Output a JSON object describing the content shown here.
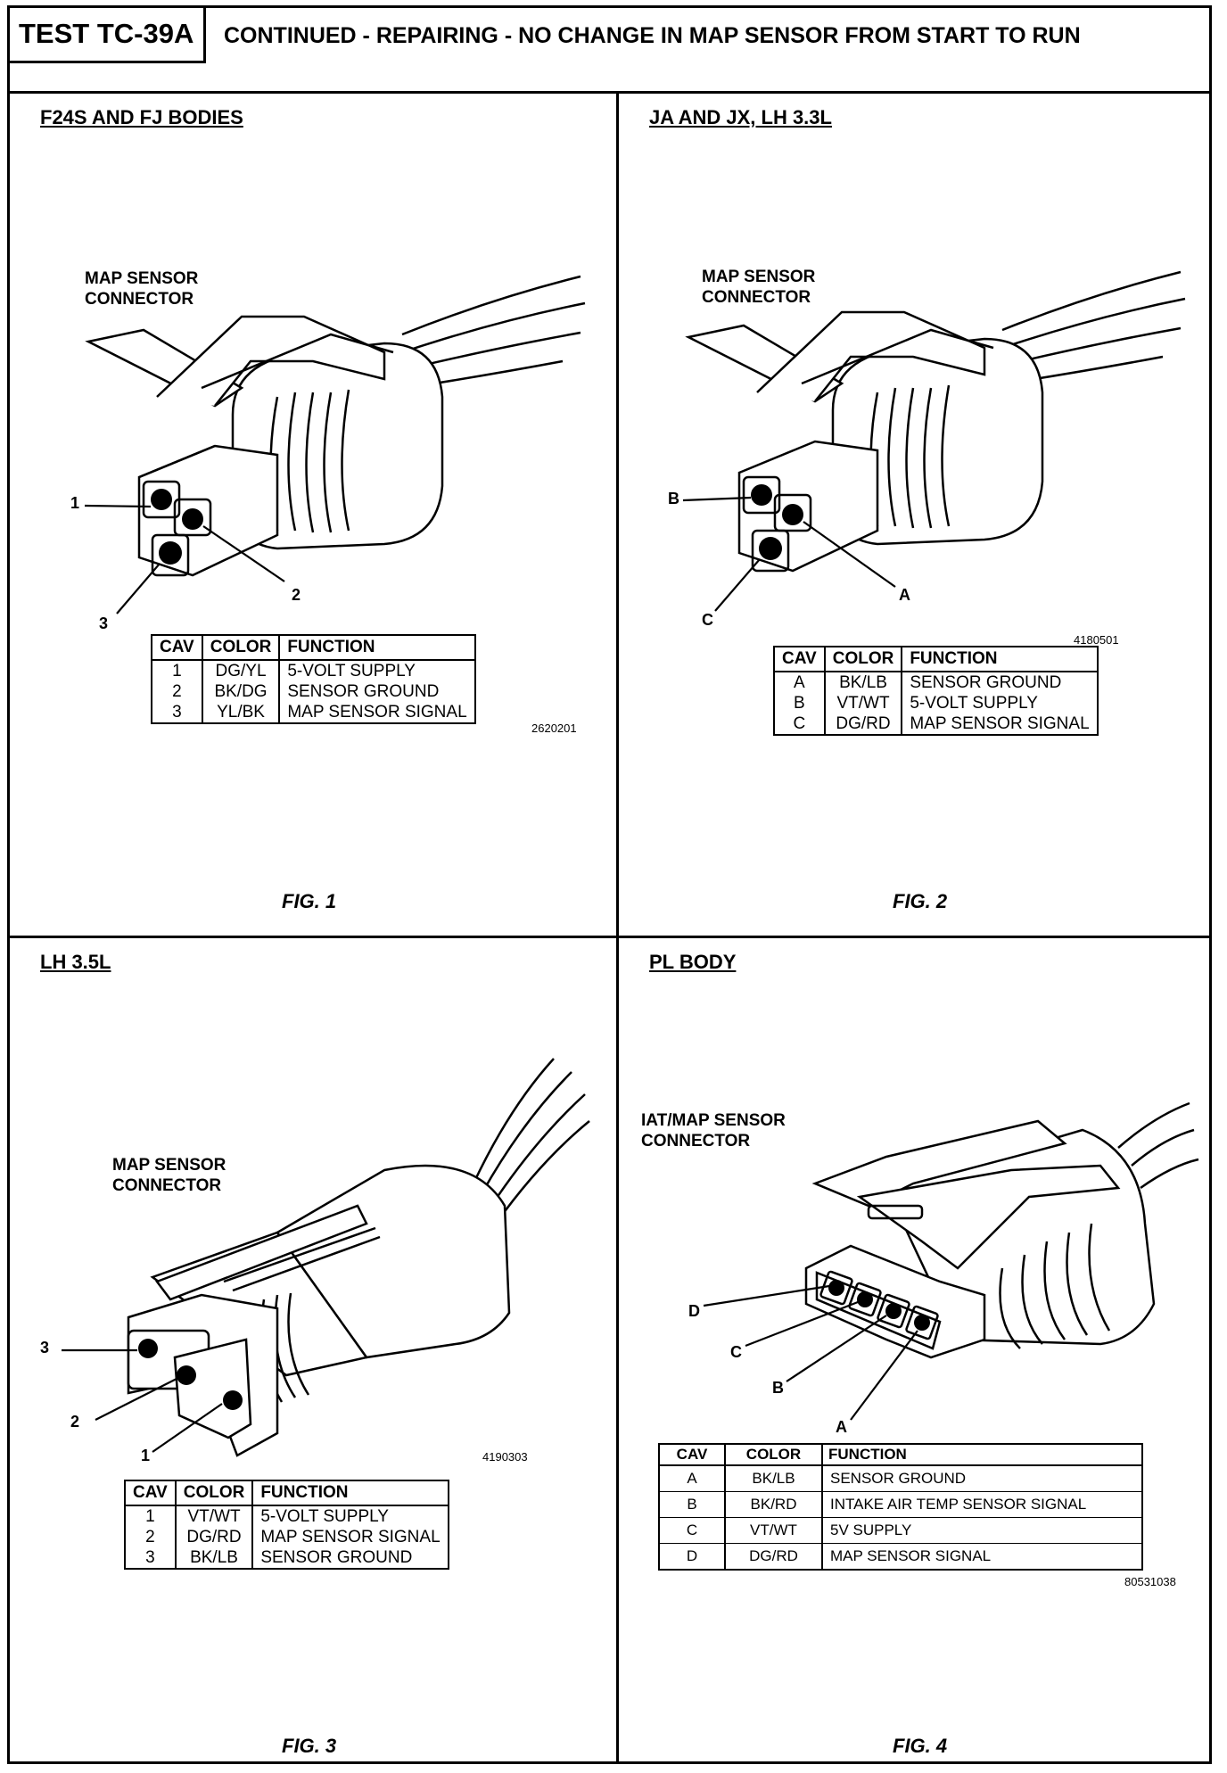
{
  "header": {
    "test_id": "TEST TC-39A",
    "title": "CONTINUED - REPAIRING - NO CHANGE IN MAP SENSOR FROM START TO RUN"
  },
  "panels": [
    {
      "title": "F24S AND FJ BODIES",
      "connector_label": [
        "MAP SENSOR",
        "CONNECTOR"
      ],
      "pins": [
        "1",
        "2",
        "3"
      ],
      "ref": "2620201",
      "figure": "FIG. 1",
      "table": {
        "headers": [
          "CAV",
          "COLOR",
          "FUNCTION"
        ],
        "rows": [
          [
            "1",
            "DG/YL",
            "5-VOLT SUPPLY"
          ],
          [
            "2",
            "BK/DG",
            "SENSOR GROUND"
          ],
          [
            "3",
            "YL/BK",
            "MAP SENSOR SIGNAL"
          ]
        ]
      }
    },
    {
      "title": "JA AND JX, LH 3.3L",
      "connector_label": [
        "MAP SENSOR",
        "CONNECTOR"
      ],
      "pins": [
        "B",
        "A",
        "C"
      ],
      "ref": "4180501",
      "figure": "FIG. 2",
      "table": {
        "headers": [
          "CAV",
          "COLOR",
          "FUNCTION"
        ],
        "rows": [
          [
            "A",
            "BK/LB",
            "SENSOR GROUND"
          ],
          [
            "B",
            "VT/WT",
            "5-VOLT SUPPLY"
          ],
          [
            "C",
            "DG/RD",
            "MAP SENSOR SIGNAL"
          ]
        ]
      }
    },
    {
      "title": "LH 3.5L",
      "connector_label": [
        "MAP SENSOR",
        "CONNECTOR"
      ],
      "pins": [
        "3",
        "2",
        "1"
      ],
      "ref": "4190303",
      "figure": "FIG. 3",
      "table": {
        "headers": [
          "CAV",
          "COLOR",
          "FUNCTION"
        ],
        "rows": [
          [
            "1",
            "VT/WT",
            "5-VOLT SUPPLY"
          ],
          [
            "2",
            "DG/RD",
            "MAP SENSOR SIGNAL"
          ],
          [
            "3",
            "BK/LB",
            "SENSOR GROUND"
          ]
        ]
      }
    },
    {
      "title": "PL BODY",
      "connector_label": [
        "IAT/MAP SENSOR",
        "CONNECTOR"
      ],
      "pins": [
        "D",
        "C",
        "B",
        "A"
      ],
      "ref": "80531038",
      "figure": "FIG. 4",
      "table": {
        "headers": [
          "CAV",
          "COLOR",
          "FUNCTION"
        ],
        "rows": [
          [
            "A",
            "BK/LB",
            "SENSOR GROUND"
          ],
          [
            "B",
            "BK/RD",
            "INTAKE AIR TEMP SENSOR SIGNAL"
          ],
          [
            "C",
            "VT/WT",
            "5V SUPPLY"
          ],
          [
            "D",
            "DG/RD",
            "MAP SENSOR SIGNAL"
          ]
        ]
      }
    }
  ]
}
